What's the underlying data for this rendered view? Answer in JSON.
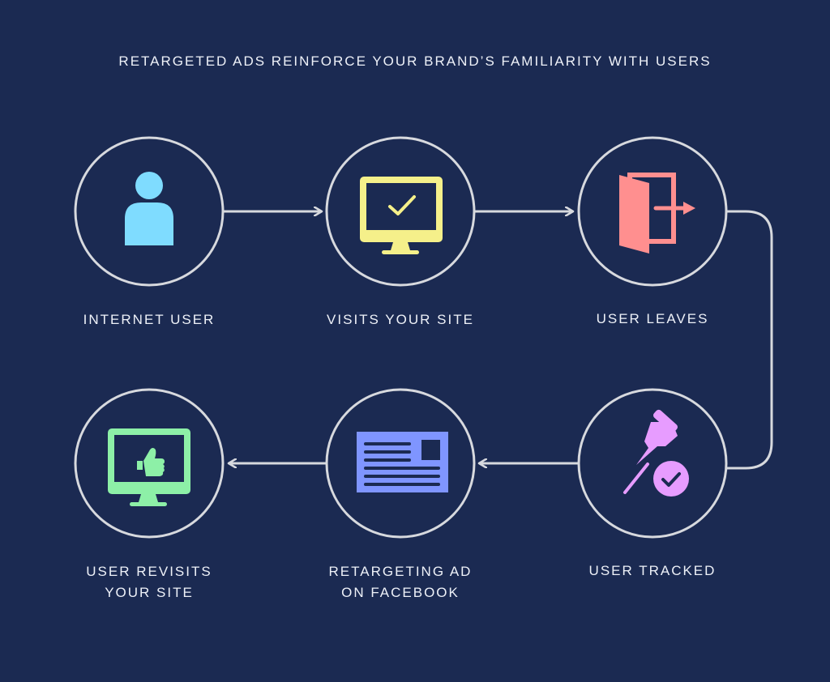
{
  "title": "RETARGETED ADS REINFORCE YOUR BRAND’S FAMILIARITY WITH USERS",
  "colors": {
    "background": "#1b2a52",
    "circle_stroke": "#d7d9de",
    "arrow": "#d7d9de",
    "text": "#eef1f8",
    "user_icon": "#7fdcff",
    "monitor_check_icon": "#f5f08a",
    "door_icon": "#ff8f8f",
    "pin_icon": "#e79cff",
    "ad_icon": "#7f95ff",
    "thumbs_monitor_icon": "#8df0a7"
  },
  "nodes": [
    {
      "id": "internet-user",
      "icon": "person-icon",
      "label_lines": [
        "INTERNET USER"
      ]
    },
    {
      "id": "visits-site",
      "icon": "monitor-check-icon",
      "label_lines": [
        "VISITS YOUR SITE"
      ]
    },
    {
      "id": "user-leaves",
      "icon": "exit-door-icon",
      "label_lines": [
        "USER LEAVES"
      ]
    },
    {
      "id": "user-tracked",
      "icon": "pin-check-icon",
      "label_lines": [
        "USER TRACKED"
      ]
    },
    {
      "id": "retargeting-ad",
      "icon": "ad-card-icon",
      "label_lines": [
        "RETARGETING AD",
        "ON FACEBOOK"
      ]
    },
    {
      "id": "user-revisits",
      "icon": "monitor-thumbs-up-icon",
      "label_lines": [
        "USER REVISITS",
        "YOUR SITE"
      ]
    }
  ]
}
